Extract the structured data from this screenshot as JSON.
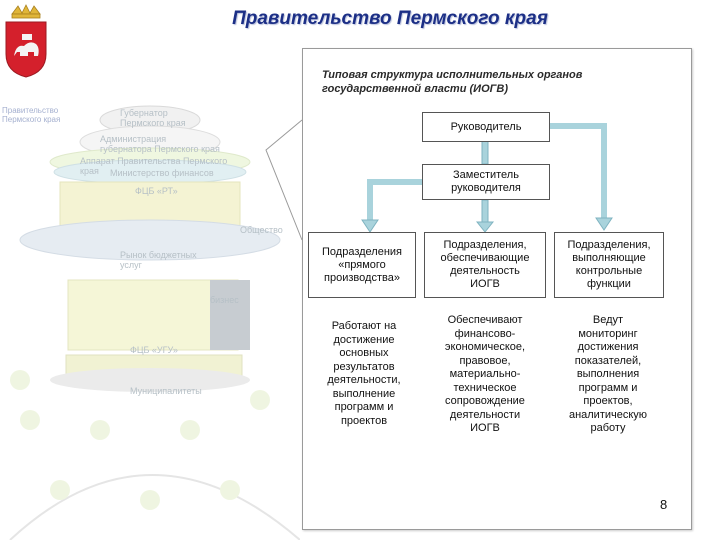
{
  "header": {
    "title": "Правительство Пермского края"
  },
  "background": {
    "labels": [
      "Правительство Пермского края",
      "Губернатор Пермского края",
      "Администрация губернатора Пермского края",
      "Аппарат Правительства Пермского края",
      "Министерство финансов",
      "ФЦБ «РТ»",
      "Рынок бюджетных услуг",
      "бизнес",
      "ФЦБ «УГУ»",
      "Муниципалитеты",
      "Общество"
    ]
  },
  "diagram": {
    "title_line1": "Типовая структура исполнительных органов",
    "title_line2": "государственной власти (ИОГВ)",
    "head": "Руководитель",
    "deputy_line1": "Заместитель",
    "deputy_line2": "руководителя",
    "units": [
      {
        "lines": [
          "Подразделения",
          "«прямого",
          "производства»"
        ],
        "description": [
          "Работают на",
          "достижение",
          "основных",
          "результатов",
          "деятельности,",
          "выполнение",
          "программ и",
          "проектов"
        ]
      },
      {
        "lines": [
          "Подразделения,",
          "обеспечивающие",
          "деятельность",
          "ИОГВ"
        ],
        "description": [
          "Обеспечивают",
          "финансово-",
          "экономическое,",
          "правовое,",
          "материально-",
          "техническое",
          "сопровождение",
          "деятельности",
          "ИОГВ"
        ]
      },
      {
        "lines": [
          "Подразделения,",
          "выполняющие",
          "контрольные",
          "функции"
        ],
        "description": [
          "Ведут",
          "мониторинг",
          "достижения",
          "показателей,",
          "выполнения",
          "программ и",
          "проектов,",
          "аналитическую",
          "работу"
        ]
      }
    ]
  },
  "page_number": "8",
  "colors": {
    "title": "#1c2f86",
    "arrow": "#a9d3dc",
    "arrow_stroke": "#7fb3c0",
    "coat_red": "#d4202c"
  },
  "icons": {
    "coat_of_arms": "perm-bear-coat-of-arms-icon"
  }
}
